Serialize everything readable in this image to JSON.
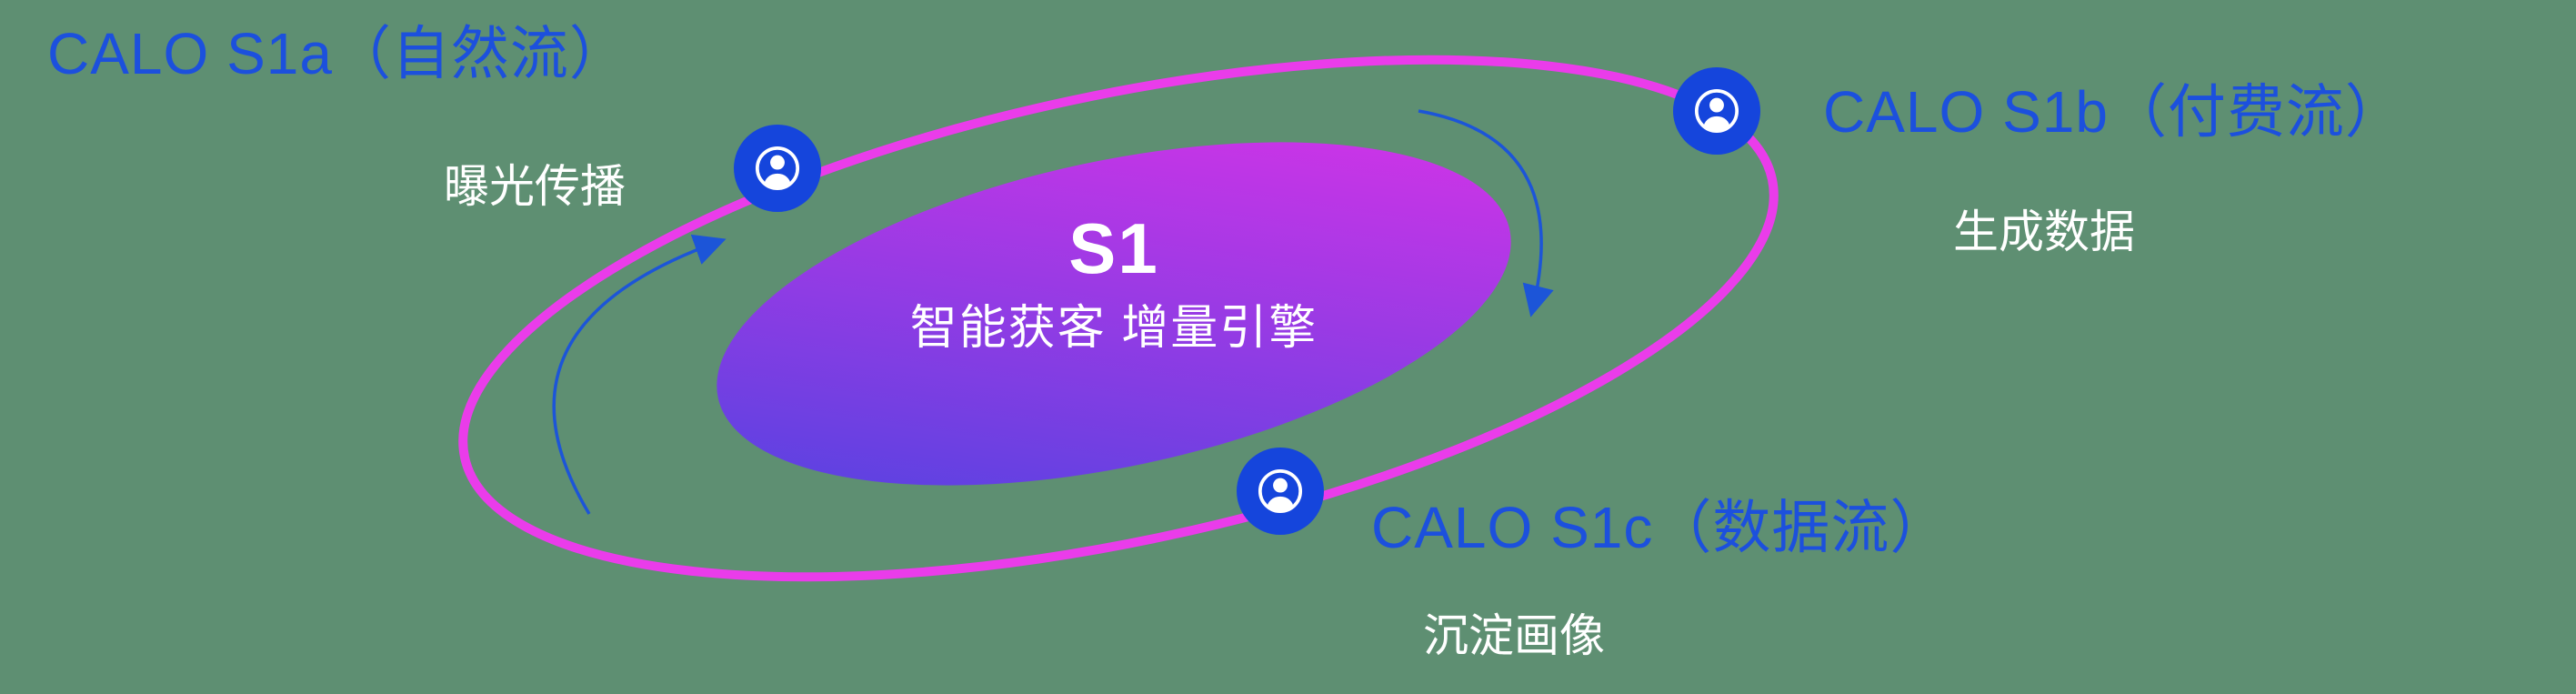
{
  "colors": {
    "background": "#5e8f72",
    "accent-blue": "#1c50dd",
    "node-blue": "#1545dc",
    "orbit-pink": "#ea3cea",
    "gradient-start": "#4b44e0",
    "gradient-end": "#de32e8",
    "arrow-blue": "#1c55d8",
    "white": "#ffffff"
  },
  "center": {
    "title": "S1",
    "subtitle": "智能获客  增量引擎"
  },
  "nodes": [
    {
      "id": "s1a",
      "label": "CALO S1a（自然流）",
      "sublabel": "曝光传播"
    },
    {
      "id": "s1b",
      "label": "CALO S1b（付费流）",
      "sublabel": "生成数据"
    },
    {
      "id": "s1c",
      "label": "CALO S1c（数据流）",
      "sublabel": "沉淀画像"
    }
  ]
}
